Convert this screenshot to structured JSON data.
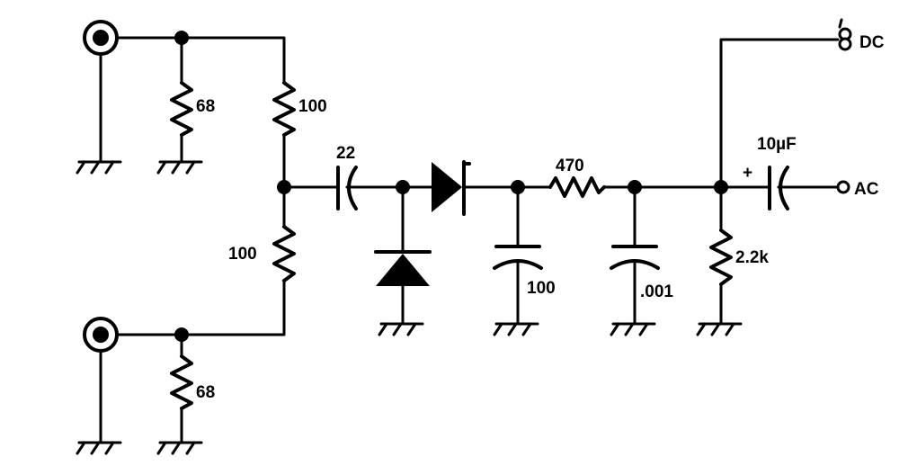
{
  "labels": {
    "r_shunt_top": "68",
    "r_series_top": "100",
    "r_series_bottom": "100",
    "r_shunt_bottom": "68",
    "c_input": "22",
    "c_filter1": "100",
    "r_filter": "470",
    "c_filter2": ".001",
    "r_load": "2.2k",
    "c_output": "10µF",
    "polarity": "+",
    "dc_output": "DC",
    "ac_output": "AC"
  }
}
